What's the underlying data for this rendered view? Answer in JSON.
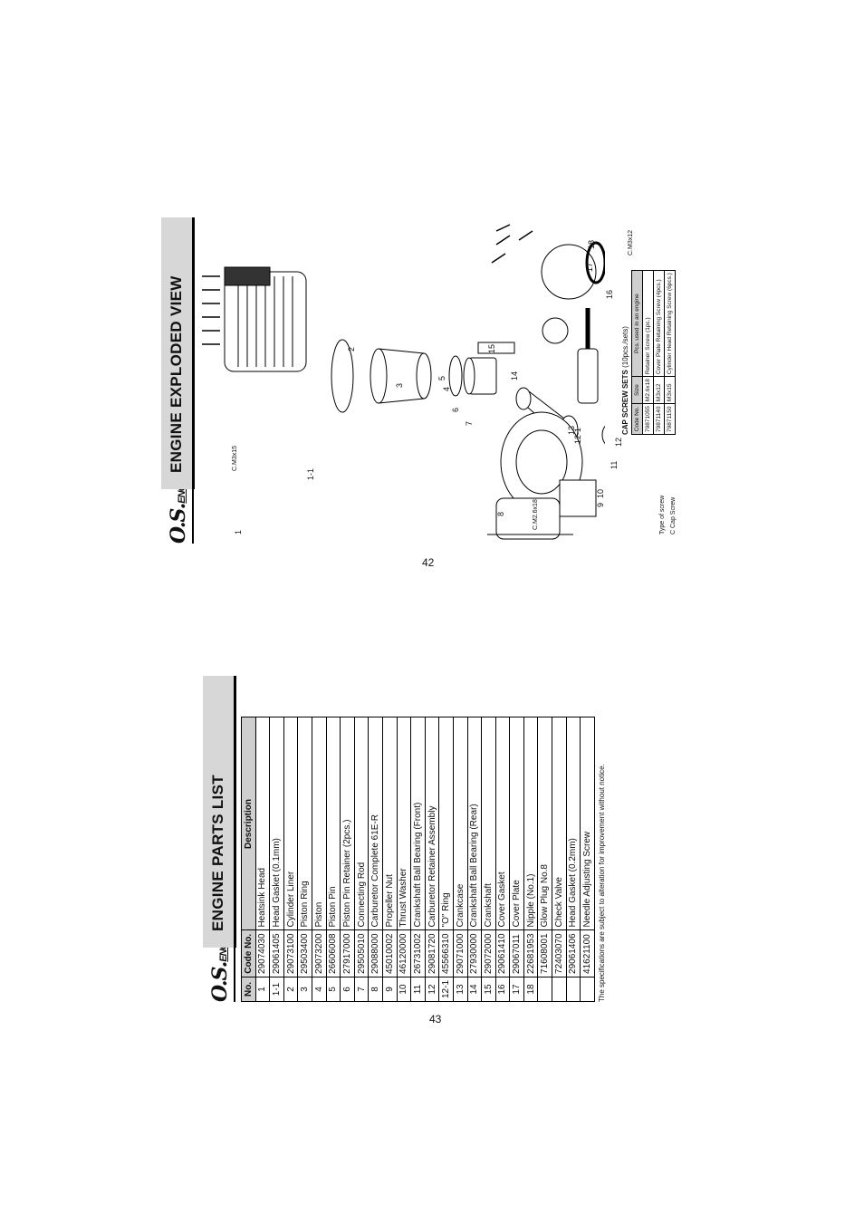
{
  "page42": {
    "logo_main": "O.S.",
    "logo_sub": "ENGINE",
    "title": "ENGINE EXPLODED VIEW",
    "page_number": "42",
    "callouts": [
      "1",
      "1-1",
      "2",
      "3",
      "4",
      "5",
      "6",
      "7",
      "8",
      "9",
      "10",
      "11",
      "12",
      "12-1",
      "13",
      "14",
      "15",
      "16",
      "17",
      "18"
    ],
    "screw_labels": {
      "m3x15": "C.M3x15",
      "m26x18": "C.M2.6x18",
      "m3x12": "C.M3x12"
    },
    "screw_legend": {
      "type_label": "Type of screw",
      "c_label": "C    Cap Screw"
    },
    "cap_sets": {
      "title": "CAP SCREW SETS",
      "subtitle": "(10pcs./sets)",
      "headers": [
        "Code No.",
        "Size",
        "Pcs. used in an engine"
      ],
      "rows": [
        [
          "79871055",
          "M2.6x18",
          "Retainer Screw (1pc.)"
        ],
        [
          "79871140",
          "M3x12",
          "Cover Plate Retaining Screw (4pcs.)"
        ],
        [
          "79871150",
          "M3x15",
          "Cylinder Head Retaining Screw (6pcs.)"
        ]
      ]
    }
  },
  "page43": {
    "logo_main": "O.S.",
    "logo_sub": "ENGINE",
    "title": "ENGINE PARTS LIST",
    "page_number": "43",
    "headers": [
      "No.",
      "Code No.",
      "Description"
    ],
    "rows": [
      [
        "1",
        "29074030",
        "Heatsink Head"
      ],
      [
        "1-1",
        "29061405",
        "Head Gasket (0.1mm)"
      ],
      [
        "2",
        "29073100",
        "Cylinder Liner"
      ],
      [
        "3",
        "29503400",
        "Piston Ring"
      ],
      [
        "4",
        "29073200",
        "Piston"
      ],
      [
        "5",
        "26606008",
        "Piston Pin"
      ],
      [
        "6",
        "27917000",
        "Piston Pin Retainer (2pcs.)"
      ],
      [
        "7",
        "29505010",
        "Connecting Rod"
      ],
      [
        "8",
        "29088000",
        "Carburetor Complete  61E-R"
      ],
      [
        "9",
        "45010002",
        "Propeller Nut"
      ],
      [
        "10",
        "46120000",
        "Thrust Washer"
      ],
      [
        "11",
        "26731002",
        "Crankshaft Ball Bearing (Front)"
      ],
      [
        "12",
        "29081720",
        "Carburetor Retainer Assembly"
      ],
      [
        "12-1",
        "45566310",
        "\"O\" Ring"
      ],
      [
        "13",
        "29071000",
        "Crankcase"
      ],
      [
        "14",
        "27930000",
        "Crankshaft Ball Bearing (Rear)"
      ],
      [
        "15",
        "29072000",
        "Crankshaft"
      ],
      [
        "16",
        "29061410",
        "Cover Gasket"
      ],
      [
        "17",
        "29067011",
        "Cover Plate"
      ],
      [
        "18",
        "22681953",
        "Nipple (No.1)"
      ],
      [
        "",
        "71608001",
        "Glow Plug No.8"
      ],
      [
        "",
        "72403070",
        "Check Valve"
      ],
      [
        "",
        "29061406",
        "Head Gasket (0.2mm)"
      ],
      [
        "",
        "41621100",
        "Needle Adjusting Screw"
      ]
    ],
    "footnote": "The specifications are subject to alteration for improvement without notice."
  }
}
